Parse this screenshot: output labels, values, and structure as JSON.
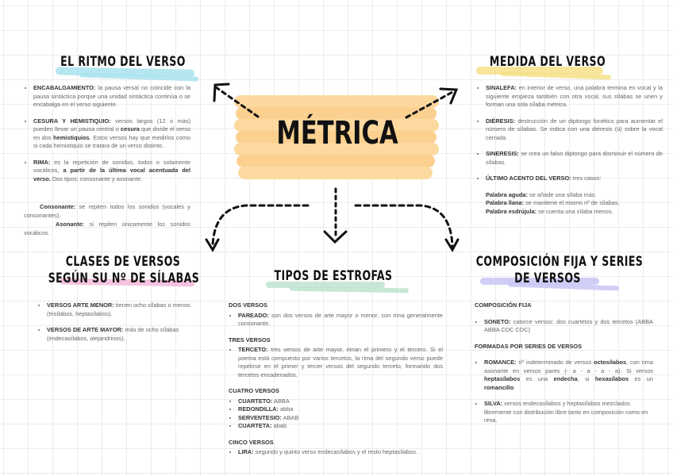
{
  "central": {
    "title": "MÉTRICA",
    "highlight_color": "#fdd9a0"
  },
  "ritmo": {
    "title": "EL RITMO DEL VERSO",
    "highlight_color": "#a9e3ee",
    "items": [
      {
        "term": "ENCABALGAMIENTO:",
        "text": " la pausa versal no coincide con la pausa sintáctica porque una unidad sintáctica continúa o se encabalga en el verso siguiente."
      },
      {
        "term": "CESURA Y HEMISTIQUIO:",
        "text_a": " versos largos (12 o más) pueden llevar un pausa central o ",
        "bold_a": "cesura",
        "text_b": " que divide el verso en dos ",
        "bold_b": "hemistiquios",
        "text_c": ". Estos versos hay que medirlos como si cada hemistiquio se tratara de un verso distinto."
      },
      {
        "term": "RIMA:",
        "text_a": " es la repetición de sonidos, todos o solamente vocálicos, ",
        "bold_a": "a partir de la última vocal acentuada del verso.",
        "text_b": " Dos tipos: consonante y asonante."
      }
    ],
    "consonante": {
      "term": "Consonante:",
      "text": " se repiten todos los sonidos (vocales y consonantes)."
    },
    "asonante": {
      "term": "Asonante:",
      "text": " si repiten únicamente los sonidos vocálicos."
    }
  },
  "medida": {
    "title": "MEDIDA DEL VERSO",
    "highlight_color": "#f6e08a",
    "items": [
      {
        "term": "SINALEFA:",
        "text": " en interior de verso, una palabra termina en vocal y la siguiente empieza también con otra vocal, sus sílabas se unen y forman una sola sílaba métrica."
      },
      {
        "term": "DIÉRESIS:",
        "text": " destrucción de un diptongo fonético para aumentar el número de sílabas. Se indica con una diéresis (ü) sobre la vocal cerrada."
      },
      {
        "term": "SINERESIS:",
        "text": " se crea un falso diptongo para disminuir el número de sílabas."
      },
      {
        "term": "ÚLTIMO ACENTO DEL VERSO:",
        "text": " tres casos:"
      }
    ],
    "acentos": [
      {
        "term": "Palabra aguda:",
        "text": " se añade una sílaba más."
      },
      {
        "term": "Palabra llana:",
        "text": " se mantiene el mismo nº de sílabas."
      },
      {
        "term": "Palabra esdrújula:",
        "text": " se cuenta una sílaba menos."
      }
    ]
  },
  "clases": {
    "title_line1": "CLASES DE VERSOS",
    "title_line2": "SEGÚN SU Nº DE SÍLABAS",
    "highlight_color": "#f3b8d9",
    "items": [
      {
        "term": "VERSOS ARTE MENOR:",
        "text": " tienen ocho sílabas o menos (trisílabos, heptasílabos)."
      },
      {
        "term": "VERSOS DE ARTE MAYOR:",
        "text": " más de ocho sílabas (endecasílabos, alejandrinos)."
      }
    ]
  },
  "estrofas": {
    "title": "TIPOS DE ESTROFAS",
    "highlight_color": "#bfe3cf",
    "dos": {
      "heading": "DOS VERSOS",
      "items": [
        {
          "term": "PAREADO:",
          "text": " son dos versos de arte mayor o menor, con rima generalmente consonante."
        }
      ]
    },
    "tres": {
      "heading": "TRES VERSOS",
      "items": [
        {
          "term": "TERCETO:",
          "text": " tres versos de arte mayor, riman el primero y el tercero. Si el poema está compuesto por varios tercetos, la rima del segundo verso puede repetirse en el primer y tercer versos del segundo terceto, formando dos tercetos encadenados."
        }
      ]
    },
    "cuatro": {
      "heading": "CUATRO VERSOS",
      "items": [
        {
          "term": "CUARTETO:",
          "text": " ABBA"
        },
        {
          "term": "REDONDILLA:",
          "text": " abba"
        },
        {
          "term": "SERVENTESIO:",
          "text": " ABAB"
        },
        {
          "term": "CUARTETA:",
          "text": " abab"
        }
      ]
    },
    "cinco": {
      "heading": "CINCO VERSOS",
      "items": [
        {
          "term": "LIRA:",
          "text": " segundo y quinto verso endecasílabos y el resto heptasílabos."
        }
      ]
    }
  },
  "composicion": {
    "title_line1": "COMPOSICIÓN FIJA Y SERIES",
    "title_line2": "DE VERSOS",
    "highlight_color": "#c9c6f5",
    "fija_heading": "COMPOSICIÓN FIJA",
    "soneto": {
      "term": "SONETO:",
      "text": " catorce versos: dos cuartetos y dos tercetos (ABBA ABBA CDC CDC)"
    },
    "series_heading": "FORMADAS POR SERIES DE VERSOS",
    "romance": {
      "term": "ROMANCE:",
      "text_a": " nº indeterminado de versos ",
      "bold_a": "octosílabos",
      "text_b": ", con rima asonante en versos pares (- a - a - a - a). Si versos ",
      "bold_b": "heptasílabos",
      "text_c": " es una ",
      "bold_c": "endecha",
      "text_d": ", si ",
      "bold_d": "hexasílabos",
      "text_e": " es un ",
      "bold_e": "romancillo",
      "text_f": "."
    },
    "silva": {
      "term": "SILVA:",
      "text": " versos endecasílabos y heptasílabos mezclados libremente con distribución libre tanto en composición como en rima."
    }
  }
}
